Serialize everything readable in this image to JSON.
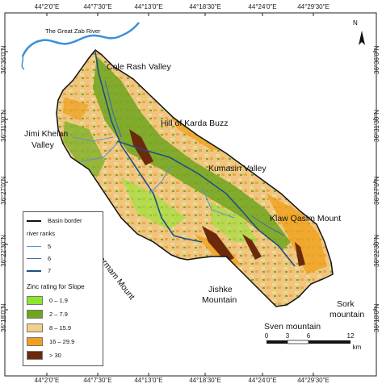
{
  "map": {
    "top_ticks": [
      "44°2'0\"E",
      "44°7'30\"E",
      "44°13'0\"E",
      "44°18'30\"E",
      "44°24'0\"E",
      "44°29'30\"E"
    ],
    "bottom_ticks": [
      "44°2'0\"E",
      "44°7'30\"E",
      "44°13'0\"E",
      "44°18'30\"E",
      "44°24'0\"E",
      "44°29'30\"E"
    ],
    "left_ticks": [
      "36°36'0\"N",
      "36°31'30\"N",
      "36°27'0\"N",
      "36°22'30\"N",
      "36°18'0\"N"
    ],
    "right_ticks": [
      "36°36'0\"N",
      "36°31'30\"N",
      "36°27'0\"N",
      "36°22'30\"N",
      "36°18'0\"N"
    ],
    "river_label": "The Great Zab River",
    "places": {
      "cole_rash": "Cole Rash Valley",
      "karda_buzz": "Hill of Karda Buzz",
      "jimi_khelan_1": "Jimi Khelan",
      "jimi_khelan_2": "Valley",
      "kumasin": "Kumasin Valley",
      "klaw_qasim": "Klaw Qasim Mount",
      "permam": "Permam Mount",
      "jishke_1": "Jishke",
      "jishke_2": "Mountain",
      "sork_1": "Sork",
      "sork_2": "mountain",
      "sven": "Sven mountain"
    },
    "north_label": "N",
    "legend": {
      "basin_border": "Basin border",
      "river_ranks_title": "river ranks",
      "river_ranks": [
        "5",
        "6",
        "7"
      ],
      "slope_title": "Zinc rating for Slope",
      "classes": [
        {
          "label": "0 – 1.9",
          "color": "#8de62e"
        },
        {
          "label": "2 – 7.9",
          "color": "#6ea51d"
        },
        {
          "label": "8 – 15.9",
          "color": "#f2cf8c"
        },
        {
          "label": "16 – 29.9",
          "color": "#f0a01c"
        },
        {
          "label": "> 30",
          "color": "#6b2a0c"
        }
      ]
    },
    "scale": {
      "ticks": [
        "0",
        "3",
        "6",
        "12"
      ],
      "unit": "km"
    },
    "colors": {
      "river_rank_5": "#5a8fd6",
      "river_rank_6": "#3a6fae",
      "river_rank_7": "#1f4f86",
      "great_zab": "#3c8fd8"
    }
  }
}
